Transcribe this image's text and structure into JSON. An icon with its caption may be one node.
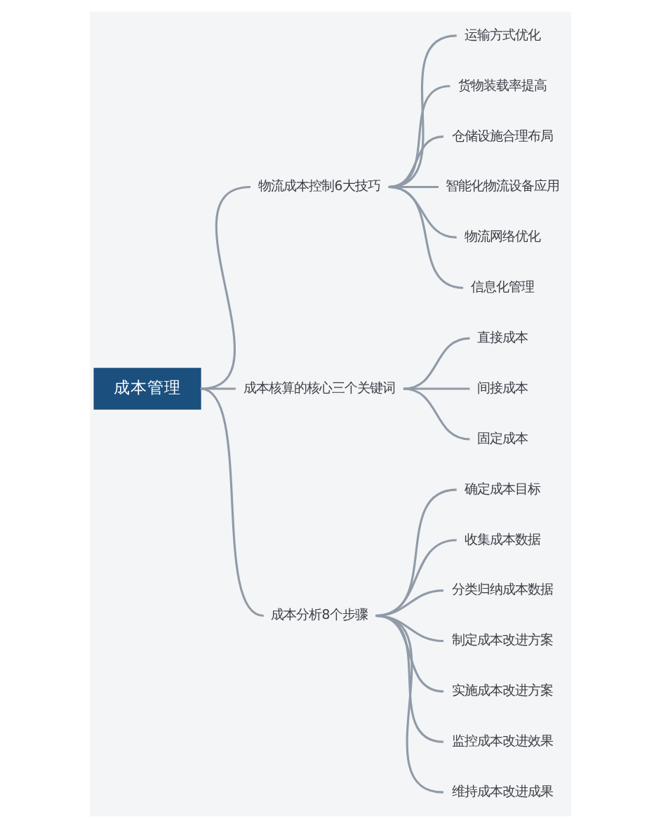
{
  "diagram": {
    "nodes": [
      {
        "text": [
          "成本管理"
        ]
      },
      {
        "text": [
          "物流成本控制6大技巧"
        ]
      },
      {
        "text": [
          "运输方式优化"
        ]
      },
      {
        "text": [
          "货物装载率提高"
        ]
      },
      {
        "text": [
          "仓储设施合理布局"
        ]
      },
      {
        "text": [
          "智能化物流设备应用"
        ]
      },
      {
        "text": [
          "物流网络优化"
        ]
      },
      {
        "text": [
          "信息化管理"
        ]
      },
      {
        "text": [
          "成本核算的核心三个关键词"
        ]
      },
      {
        "text": [
          "直接成本"
        ]
      },
      {
        "text": [
          "间接成本"
        ]
      },
      {
        "text": [
          "固定成本"
        ]
      },
      {
        "text": [
          "成本分析8个步骤"
        ]
      },
      {
        "text": [
          "确定成本目标"
        ]
      },
      {
        "text": [
          "收集成本数据"
        ]
      },
      {
        "text": [
          "分类归纳成本数据"
        ]
      },
      {
        "text": [
          "制定成本改进方案"
        ]
      },
      {
        "text": [
          "实施成本改进方案"
        ]
      },
      {
        "text": [
          "监控成本改进效果"
        ]
      },
      {
        "text": [
          "维持成本改进成果"
        ]
      }
    ],
    "edges": [
      {
        "from": 0,
        "to": 1,
        "arrow": "none"
      },
      {
        "from": 1,
        "to": 2,
        "arrow": "none"
      },
      {
        "from": 1,
        "to": 3,
        "arrow": "none"
      },
      {
        "from": 1,
        "to": 4,
        "arrow": "none"
      },
      {
        "from": 1,
        "to": 5,
        "arrow": "none"
      },
      {
        "from": 1,
        "to": 6,
        "arrow": "none"
      },
      {
        "from": 1,
        "to": 7,
        "arrow": "none"
      },
      {
        "from": 0,
        "to": 8,
        "arrow": "none"
      },
      {
        "from": 8,
        "to": 9,
        "arrow": "none"
      },
      {
        "from": 8,
        "to": 10,
        "arrow": "none"
      },
      {
        "from": 8,
        "to": 11,
        "arrow": "none"
      },
      {
        "from": 0,
        "to": 12,
        "arrow": "none"
      },
      {
        "from": 12,
        "to": 13,
        "arrow": "none"
      },
      {
        "from": 12,
        "to": 14,
        "arrow": "none"
      },
      {
        "from": 12,
        "to": 15,
        "arrow": "none"
      },
      {
        "from": 12,
        "to": 16,
        "arrow": "none"
      },
      {
        "from": 12,
        "to": 17,
        "arrow": "none"
      },
      {
        "from": 12,
        "to": 18,
        "arrow": "none"
      },
      {
        "from": 12,
        "to": 19,
        "arrow": "none"
      }
    ]
  }
}
